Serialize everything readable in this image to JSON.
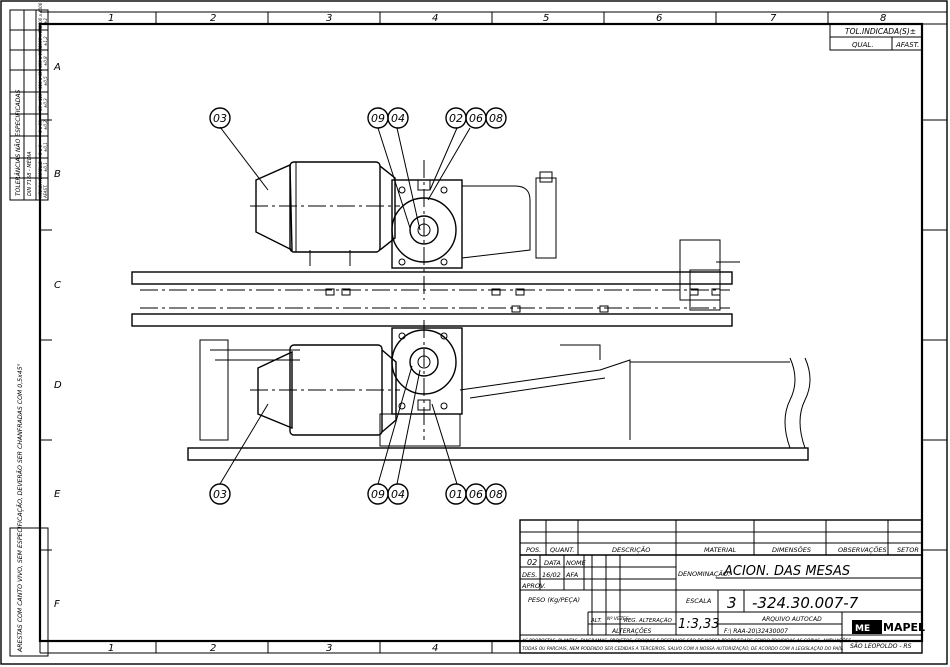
{
  "frame": {
    "col_labels": [
      "1",
      "2",
      "3",
      "4",
      "5",
      "6",
      "7",
      "8"
    ],
    "row_labels": [
      "A",
      "B",
      "C",
      "D",
      "E",
      "F"
    ],
    "bottom_col_labels": [
      "1",
      "2",
      "3",
      "4"
    ]
  },
  "tolerance_block": {
    "title": "TOLERÂNCIAS NÃO ESPECIFICADAS",
    "subtitle": "DIN 7168 - MÉDIA",
    "row_medida": "MEDIDA NOMINAL",
    "row_afast": "AFAST.",
    "ranges": [
      "0.5 a 3",
      "3 a 6",
      "6 a 30",
      "30 a 120",
      "120 a 400",
      "400 a 1000",
      "1000 a 2000",
      "2000 a 4000"
    ],
    "afast": [
      "±0,1",
      "±0,1",
      "±0,2",
      "±0,3",
      "±0,5",
      "±0,8",
      "±1,2",
      "±2"
    ]
  },
  "edges_note": "ARESTAS COM CANTO VIVO, SEM ESPECIFICAÇÃO, DEVERÃO SER CHANFRADAS COM 0,5x45°",
  "tol_box": {
    "title": "TOL.INDICADA(S)±",
    "qual": "QUAL.",
    "afast": "AFAST."
  },
  "balloons": {
    "top_left": "03",
    "top_mid_a": "09",
    "top_mid_b": "04",
    "top_right_a": "02",
    "top_right_b": "06",
    "top_right_c": "08",
    "bot_left": "03",
    "bot_mid_a": "09",
    "bot_mid_b": "04",
    "bot_right_a": "01",
    "bot_right_b": "06",
    "bot_right_c": "08"
  },
  "title_block": {
    "headers": {
      "pos": "POS.",
      "quant": "QUANT.",
      "descricao": "DESCRIÇÃO",
      "material": "MATERIAL",
      "dimensoes": "DIMENSÕES",
      "observacoes": "OBSERVAÇÕES",
      "setor": "SETOR"
    },
    "rev": "02",
    "data_label": "DATA",
    "nome_label": "NOME",
    "des_label": "DES.",
    "des_date": "16/02",
    "des_name": "AFA",
    "aprov_label": "APROV.",
    "peso_label": "PESO (Kg/PEÇA)",
    "alt_label": "ALT.",
    "nvezes_label": "Nº VEZES",
    "reg_alt_label": "REG. ALTERAÇÃO",
    "alteracoes_label": "ALTERAÇÕES",
    "denominacao_label": "DENOMINAÇÃO:",
    "denominacao": "ACION. DAS MESAS",
    "escala_label": "ESCALA",
    "escala": "1:3,33",
    "format": "3",
    "drawing_number": "-324.30.007-7",
    "arquivo_label": "ARQUIVO AUTOCAD",
    "arquivo_path": "F:\\ RAA-20\\32430007",
    "company": "MAPEL",
    "company_prefix": "ME",
    "location": "SÃO LEOPOLDO - RS",
    "legal_line1": "AS PROPOSTAS, PLANTAS, DIAGRAMAS, PROJETOS, CROQUIS E DESENHOS SÃO DE NOSSA PROPRIEDADE SENDO PROIBIDAS AS CÓPIAS, AMPLIAÇÕES",
    "legal_line2": "TODAS OU PARCIAIS, NEM PODENDO SER CEDIDAS A TERCEIROS, SALVO COM A NOSSA AUTORIZAÇÃO, DE ACORDO COM A LEGISLAÇÃO DO PAÍS."
  }
}
